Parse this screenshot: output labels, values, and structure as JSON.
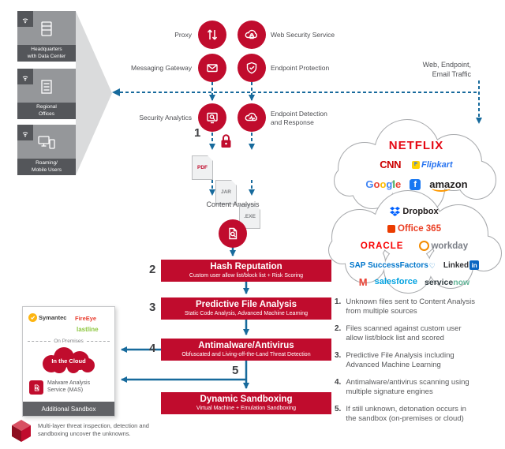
{
  "colors": {
    "red": "#C00C2D",
    "arrow_blue": "#176A9C",
    "gray_dark": "#58595B",
    "netflix_red": "#E50914",
    "cnn_red": "#CC0000",
    "flipkart_blue": "#2874F0",
    "facebook_blue": "#1877F2",
    "amazon_orange": "#FF9900",
    "dropbox_blue": "#0061FF",
    "office_orange": "#EB3C00",
    "oracle_red": "#F80000",
    "workday_orange": "#F38B00",
    "sap_blue": "#0076CB",
    "linkedin_blue": "#0A66C2",
    "salesforce_blue": "#00A1E0",
    "lastline_green": "#8DC63F",
    "symantec_yellow": "#FDB511",
    "fireeye_red": "#E93E30"
  },
  "sources": [
    {
      "label": "Headquarters\nwith Data Center"
    },
    {
      "label": "Regional\nOffices"
    },
    {
      "label": "Roaming/\nMobile Users"
    }
  ],
  "services": {
    "proxy": "Proxy",
    "web_security": "Web Security Service",
    "messaging_gateway": "Messaging Gateway",
    "endpoint_protection": "Endpoint Protection",
    "security_analytics": "Security Analytics",
    "edr": "Endpoint Detection\nand Response"
  },
  "traffic_label": "Web, Endpoint,\nEmail Traffic",
  "flow": {
    "n1": "1",
    "n2": "2",
    "n3": "3",
    "n4": "4",
    "n5": "5"
  },
  "files": {
    "pdf": "PDF",
    "jar": "JAR",
    "exe": ".EXE"
  },
  "content_analysis": "Content Analysis",
  "stages": [
    {
      "title": "Hash Reputation",
      "subtitle": "Custom user allow list/block list + Risk Scoring"
    },
    {
      "title": "Predictive File Analysis",
      "subtitle": "Static Code Analysis, Advanced Machine Learning"
    },
    {
      "title": "Antimalware/Antivirus",
      "subtitle": "Obfuscated and Living-off-the-Land Threat Detection"
    },
    {
      "title": "Dynamic Sandboxing",
      "subtitle": "Virtual Machine + Emulation Sandboxing"
    }
  ],
  "brands_top": {
    "netflix": "NETFLIX",
    "cnn": "CNN",
    "flipkart": "Flipkart",
    "flipkart_f": "F",
    "google": [
      "G",
      "o",
      "o",
      "g",
      "l",
      "e"
    ],
    "facebook_f": "f",
    "amazon": "amazon"
  },
  "brands_bottom": {
    "dropbox": "Dropbox",
    "office": "Office 365",
    "oracle": "ORACLE",
    "workday": "workday",
    "sap": "SAP SuccessFactors",
    "linkedin": "Linked",
    "linkedin_in": "in",
    "gmail": "M",
    "salesforce": "salesforce",
    "servicenow_a": "service",
    "servicenow_b": "now"
  },
  "steps": [
    {
      "num": "1.",
      "text": "Unknown files sent to Content Analysis from multiple sources"
    },
    {
      "num": "2.",
      "text": "Files scanned against custom user allow list/block list and scored"
    },
    {
      "num": "3.",
      "text": "Predictive File Analysis including Advanced Machine Learning"
    },
    {
      "num": "4.",
      "text": "Antimalware/antivirus scanning using multiple signature engines"
    },
    {
      "num": "5.",
      "text": "If still unknown, detonation occurs in the sandbox (on-premises or cloud)"
    }
  ],
  "sandbox": {
    "symantec": "Symantec",
    "fireeye": "FireEye",
    "lastline": "lastline",
    "on_premises": "On Premises",
    "in_the_cloud": "In the Cloud",
    "mas": "Malware Analysis Service (MAS)",
    "footer": "Additional Sandbox"
  },
  "caption": "Multi-layer threat inspection, detection and sandboxing uncover the unknowns."
}
